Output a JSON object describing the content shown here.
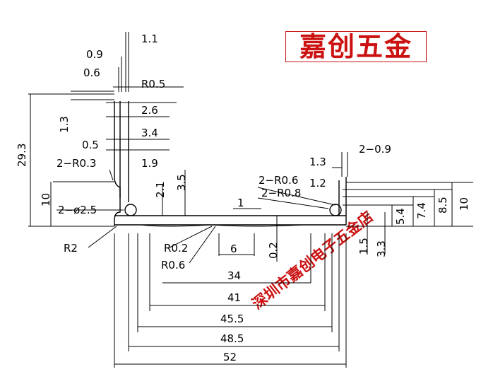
{
  "brand": "嘉创五金",
  "watermark": "深圳市嘉创电子五金店",
  "dimensions": {
    "d1_1": "1.1",
    "d0_9": "0.9",
    "d0_6": "0.6",
    "r0_5": "R0.5",
    "d1_3_left": "1.3",
    "d2_6": "2.6",
    "d29_3": "29.3",
    "d3_4": "3.4",
    "d0_5": "0.5",
    "d2_r0_3": "2−R0.3",
    "d1_9": "1.9",
    "d3_5": "3.5",
    "d2_1": "2.1",
    "d10_left": "10",
    "d2_dia2_5": "2−ø2.5",
    "r2": "R2",
    "r0_2": "R0.2",
    "r0_6": "R0.6",
    "d6": "6",
    "d0_2": "0.2",
    "d1": "1",
    "d34": "34",
    "d41": "41",
    "d45_5": "45.5",
    "d48_5": "48.5",
    "d52": "52",
    "d2_0_9": "2−0.9",
    "d1_3_right": "1.3",
    "d1_2": "1.2",
    "d2_r0_6": "2−R0.6",
    "d2_r0_8": "2−R0.8",
    "d1_5": "1.5",
    "d3_3": "3.3",
    "d5_4": "5.4",
    "d7_4": "7.4",
    "d8_5": "8.5",
    "d10_right": "10"
  }
}
